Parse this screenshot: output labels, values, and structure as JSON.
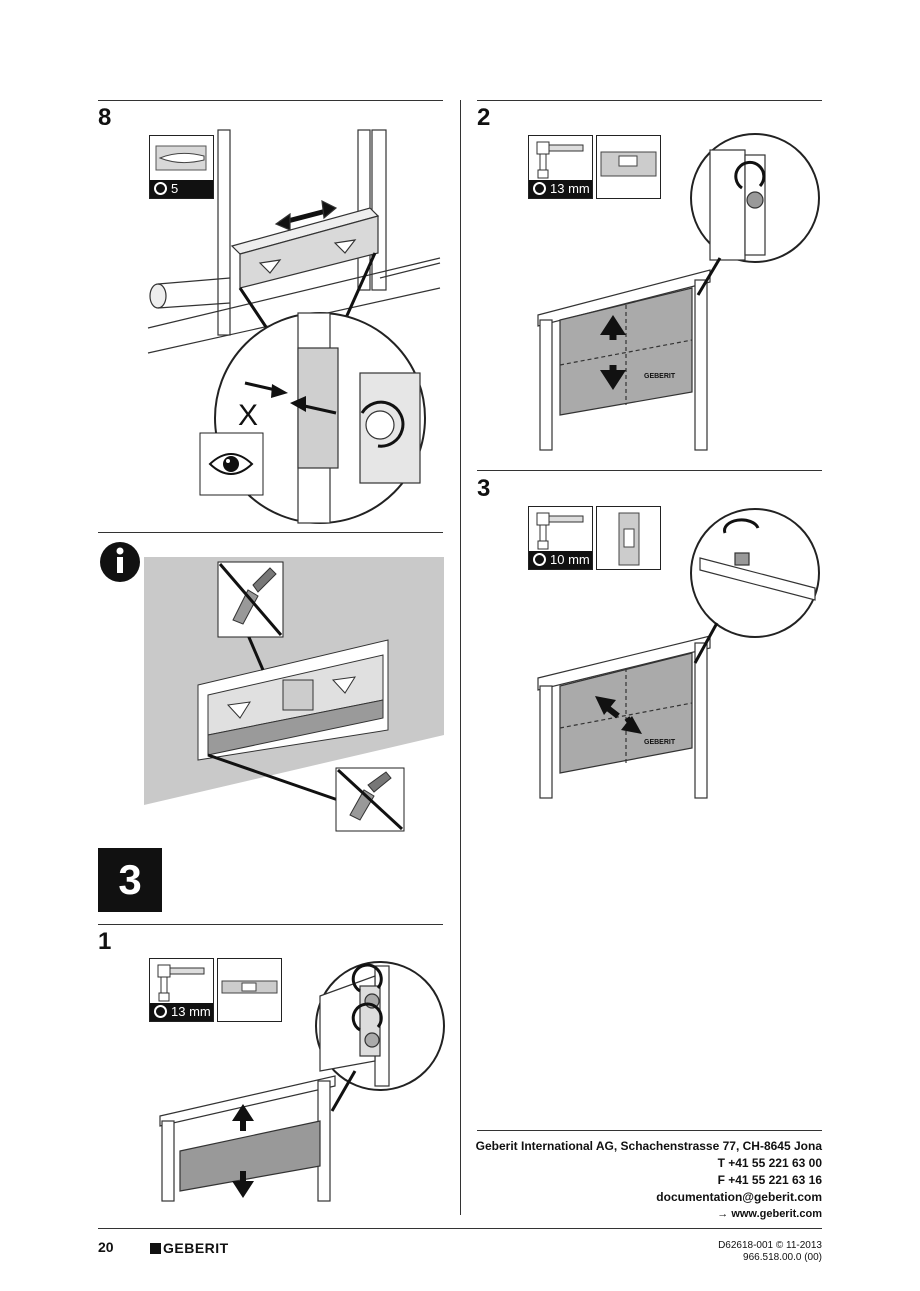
{
  "steps": {
    "s8": {
      "number": "8",
      "tool_caption": "5"
    },
    "s2": {
      "number": "2",
      "tool_caption": "13 mm"
    },
    "s3r": {
      "number": "3",
      "tool_caption": "10 mm"
    },
    "s1": {
      "number": "1",
      "tool_caption": "13 mm"
    }
  },
  "section": {
    "number": "3"
  },
  "illustration_labels": {
    "x_mark": "X",
    "brand_small": "GEBERIT"
  },
  "contact": {
    "company": "Geberit International AG, Schachenstrasse 77, CH-8645 Jona",
    "phone": "T +41 55 221 63 00",
    "fax": "F +41 55 221 63 16",
    "email": "documentation@geberit.com",
    "web": "→ www.geberit.com"
  },
  "footer": {
    "page_number": "20",
    "brand": "GEBERIT",
    "doc_code": "D62618-001 © 11-2013",
    "article": "966.518.00.0 (00)"
  },
  "colors": {
    "panel_gray": "#c9c9c9",
    "dark": "#111111"
  }
}
